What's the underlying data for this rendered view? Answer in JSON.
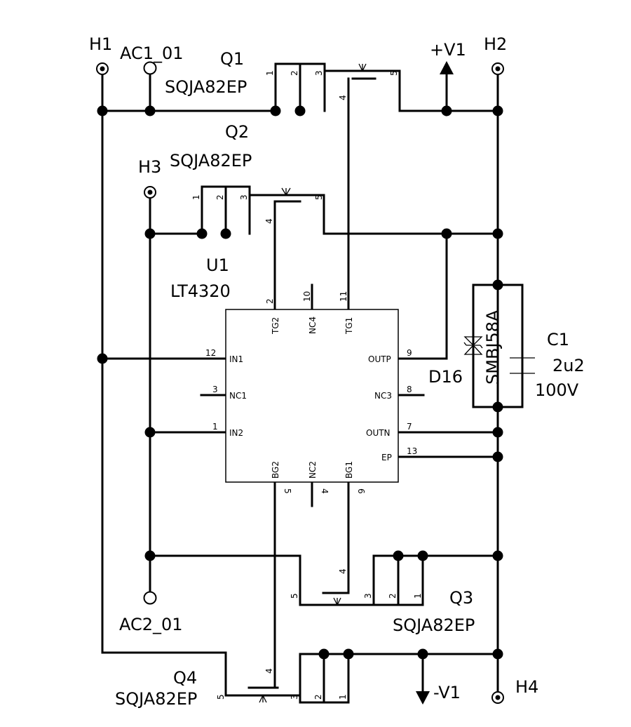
{
  "connectors": {
    "h1": "H1",
    "h2": "H2",
    "h3": "H3",
    "h4": "H4",
    "ac1": "AC1_01",
    "ac2": "AC2_01"
  },
  "power": {
    "vpos": "+V1",
    "vneg": "-V1"
  },
  "mosfets": {
    "q1": {
      "ref": "Q1",
      "part": "SQJA82EP"
    },
    "q2": {
      "ref": "Q2",
      "part": "SQJA82EP"
    },
    "q3": {
      "ref": "Q3",
      "part": "SQJA82EP"
    },
    "q4": {
      "ref": "Q4",
      "part": "SQJA82EP"
    }
  },
  "ic": {
    "ref": "U1",
    "part": "LT4320",
    "pins": {
      "tg2": {
        "name": "TG2",
        "num": "2"
      },
      "nc4": {
        "name": "NC4",
        "num": "10"
      },
      "tg1": {
        "name": "TG1",
        "num": "11"
      },
      "in1": {
        "name": "IN1",
        "num": "12"
      },
      "nc1": {
        "name": "NC1",
        "num": "3"
      },
      "in2": {
        "name": "IN2",
        "num": "1"
      },
      "outp": {
        "name": "OUTP",
        "num": "9"
      },
      "nc3": {
        "name": "NC3",
        "num": "8"
      },
      "outn": {
        "name": "OUTN",
        "num": "7"
      },
      "ep": {
        "name": "EP",
        "num": "13"
      },
      "bg2": {
        "name": "BG2",
        "num": "5"
      },
      "nc2": {
        "name": "NC2",
        "num": "4"
      },
      "bg1": {
        "name": "BG1",
        "num": "6"
      }
    }
  },
  "tvs": {
    "ref": "D16",
    "part": "SMBJ58A"
  },
  "capacitor": {
    "ref": "C1",
    "value": "2u2",
    "voltage": "100V"
  },
  "fet_pins": {
    "p1": "1",
    "p2": "2",
    "p3": "3",
    "p4": "4",
    "p5": "5"
  }
}
